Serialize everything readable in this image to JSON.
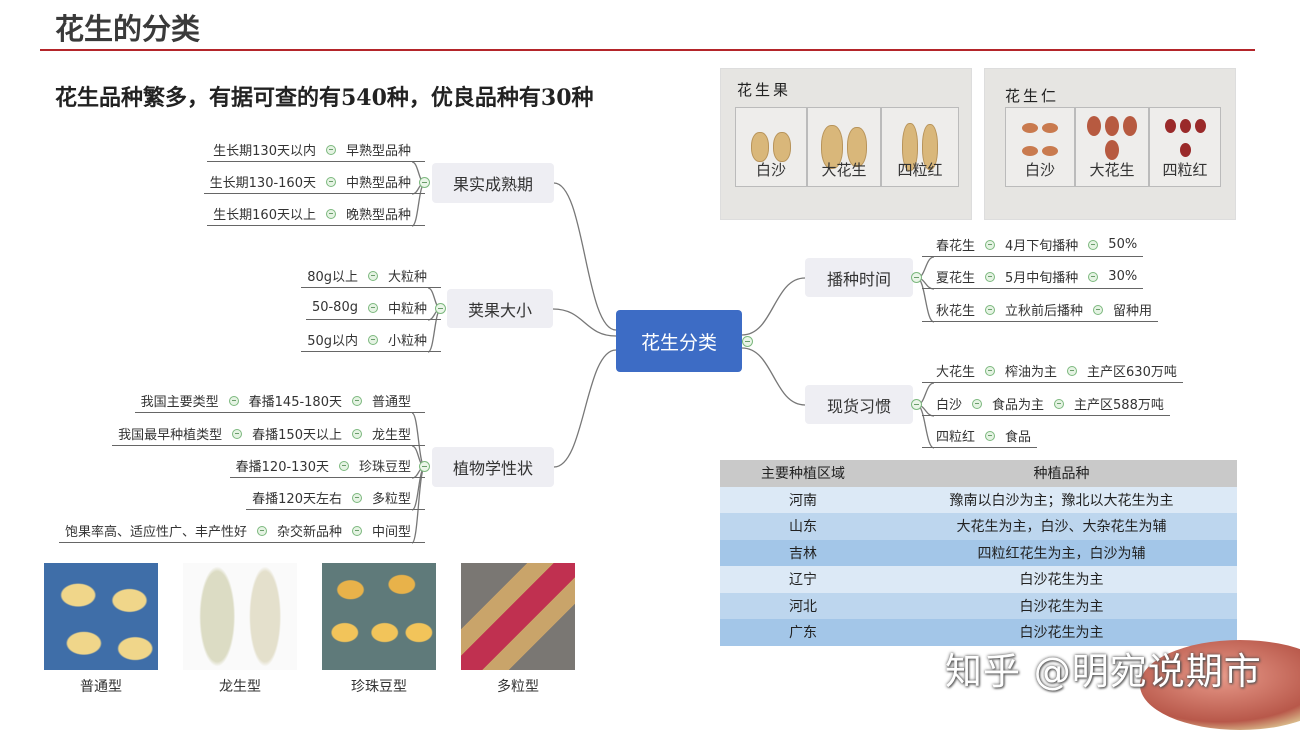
{
  "title": "花生的分类",
  "subtitle": "花生品种繁多，有据可查的有540种，优良品种有30种",
  "center": "花生分类",
  "branches": {
    "maturity": {
      "label": "果实成熟期",
      "rows": [
        [
          "生长期130天以内",
          "早熟型品种"
        ],
        [
          "生长期130-160天",
          "中熟型品种"
        ],
        [
          "生长期160天以上",
          "晚熟型品种"
        ]
      ]
    },
    "pod_size": {
      "label": "荚果大小",
      "rows": [
        [
          "80g以上",
          "大粒种"
        ],
        [
          "50-80g",
          "中粒种"
        ],
        [
          "50g以内",
          "小粒种"
        ]
      ]
    },
    "botany": {
      "label": "植物学性状",
      "rows": [
        [
          "我国主要类型",
          "春播145-180天",
          "普通型"
        ],
        [
          "我国最早种植类型",
          "春播150天以上",
          "龙生型"
        ],
        [
          "春播120-130天",
          "珍珠豆型"
        ],
        [
          "春播120天左右",
          "多粒型"
        ],
        [
          "饱果率高、适应性广、丰产性好",
          "杂交新品种",
          "中间型"
        ]
      ]
    },
    "sowing": {
      "label": "播种时间",
      "rows": [
        [
          "春花生",
          "4月下旬播种",
          "50%"
        ],
        [
          "夏花生",
          "5月中旬播种",
          "30%"
        ],
        [
          "秋花生",
          "立秋前后播种",
          "留种用"
        ]
      ]
    },
    "spot": {
      "label": "现货习惯",
      "rows": [
        [
          "大花生",
          "榨油为主",
          "主产区630万吨"
        ],
        [
          "白沙",
          "食品为主",
          "主产区588万吨"
        ],
        [
          "四粒红",
          "食品"
        ]
      ]
    }
  },
  "photos": {
    "fruit": {
      "caption": "花生果",
      "labels": [
        "白沙",
        "大花生",
        "四粒红"
      ]
    },
    "kernel": {
      "caption": "花生仁",
      "labels": [
        "白沙",
        "大花生",
        "四粒红"
      ]
    }
  },
  "bottom_images": [
    "普通型",
    "龙生型",
    "珍珠豆型",
    "多粒型"
  ],
  "table": {
    "headers": [
      "主要种植区域",
      "种植品种"
    ],
    "rows": [
      [
        "河南",
        "豫南以白沙为主；豫北以大花生为主"
      ],
      [
        "山东",
        "大花生为主，白沙、大杂花生为辅"
      ],
      [
        "吉林",
        "四粒红花生为主，白沙为辅"
      ],
      [
        "辽宁",
        "白沙花生为主"
      ],
      [
        "河北",
        "白沙花生为主"
      ],
      [
        "广东",
        "白沙花生为主"
      ]
    ],
    "colors": {
      "header": "#c9c9c9",
      "rows": [
        "#dce9f6",
        "#bdd6ee",
        "#a3c6e8",
        "#dce9f6",
        "#bdd6ee",
        "#a3c6e8"
      ]
    }
  },
  "watermark": "知乎 @明宛说期市",
  "colors": {
    "accent_rule": "#b4252a",
    "center_node": "#3d6cc5"
  }
}
